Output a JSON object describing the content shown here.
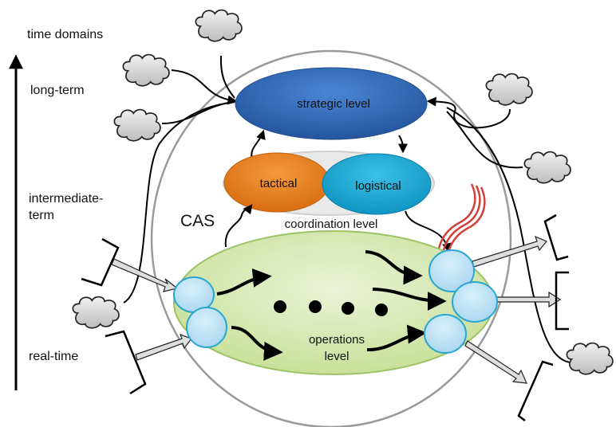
{
  "axis": {
    "title": "time domains",
    "levels": [
      "long-term",
      "intermediate-",
      "term",
      "real-time"
    ]
  },
  "system_label": "CAS",
  "nodes": {
    "strategic": "strategic  level",
    "tactical": "tactical",
    "logistical": "logistical",
    "coordination": "coordination level",
    "operations_line1": "operations",
    "operations_line2": "level"
  },
  "colors": {
    "strategic": "#2f68b8",
    "tactical": "#e8801f",
    "logistical": "#1aa7d3",
    "operations": "#d6e8b0",
    "agent": "#b5def2",
    "cloud": "#d4d4d4",
    "outer_circle": "#999999",
    "disturbance": "#d2403a"
  }
}
